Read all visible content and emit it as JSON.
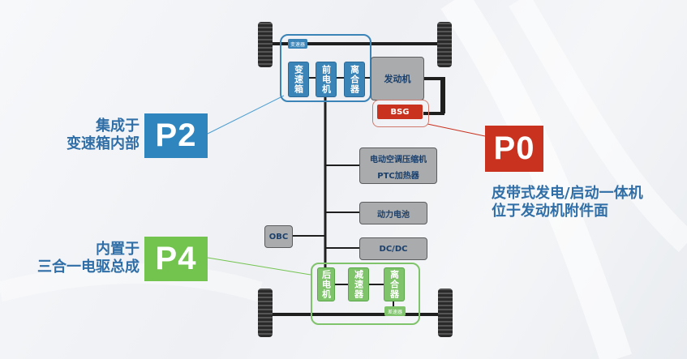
{
  "front_unit": {
    "gearbox_small_label": "变速器",
    "boxes": [
      "变速箱",
      "前电机",
      "离合器"
    ]
  },
  "engine_label": "发动机",
  "bsg_label": "BSG",
  "components": {
    "ac_compressor": "电动空调压缩机",
    "ptc_heater": "PTC加热器",
    "battery": "动力电池",
    "dcdc": "DC/DC",
    "obc": "OBC"
  },
  "rear_unit": {
    "boxes": [
      "后电机",
      "减速器",
      "离合器"
    ],
    "small_label": "差速器"
  },
  "p2": {
    "badge": "P2",
    "caption_lines": [
      "集成于",
      "变速箱内部"
    ],
    "color": "#2f86bf"
  },
  "p4": {
    "badge": "P4",
    "caption_lines": [
      "内置于",
      "三合一电驱总成"
    ],
    "color": "#73c44f"
  },
  "p0": {
    "badge": "P0",
    "caption_lines": [
      "皮带式发电/启动一体机",
      "位于发动机附件面"
    ],
    "color": "#c9321f"
  }
}
